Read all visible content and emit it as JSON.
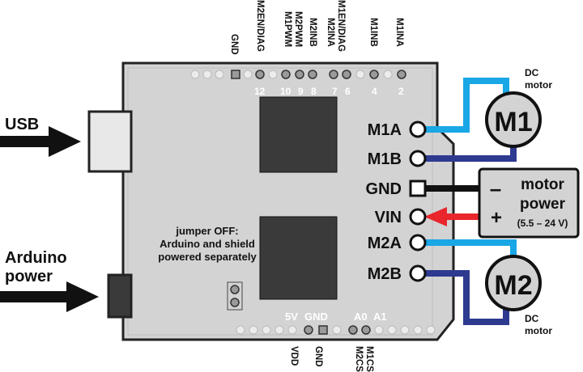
{
  "side_labels": {
    "usb": "USB",
    "arduino_line1": "Arduino",
    "arduino_line2": "power"
  },
  "top_pins": [
    "GND",
    "M2EN/DIAG",
    "M1PWM",
    "M2PWM",
    "M2INB",
    "M1EN/DIAG",
    "M2INA",
    "M1INB",
    "M1INA"
  ],
  "top_numbers": [
    "12",
    "10",
    "9",
    "8",
    "7",
    "6",
    "4",
    "2"
  ],
  "bottom_header": {
    "fivev": "5V",
    "gnd": "GND",
    "a0": "A0",
    "a1": "A1"
  },
  "bottom_pins": [
    "VDD",
    "GND",
    "M2CS",
    "M1CS"
  ],
  "terminals": [
    "M1A",
    "M1B",
    "GND",
    "VIN",
    "M2A",
    "M2B"
  ],
  "jumper_note": [
    "jumper OFF:",
    "Arduino and shield",
    "powered separately"
  ],
  "motor1": {
    "label": "M1",
    "caption_line1": "DC",
    "caption_line2": "motor"
  },
  "motor2": {
    "label": "M2",
    "caption_line1": "DC",
    "caption_line2": "motor"
  },
  "power_supply": {
    "minus": "–",
    "plus": "+",
    "line1": "motor",
    "line2": "power",
    "range": "(5.5 – 24 V)"
  },
  "colors": {
    "wire_blue": "#1aa7e6",
    "wire_navy": "#2e3a8f",
    "wire_black": "#111111",
    "wire_red": "#e8262b",
    "board": "#d3d3d3",
    "chip": "#3a3a3a"
  }
}
